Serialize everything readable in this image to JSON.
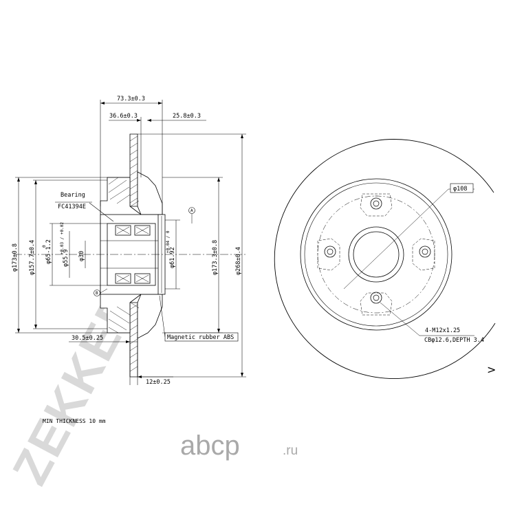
{
  "watermark": {
    "text": "ZEKKERT",
    "color": "#d9d9d9"
  },
  "logo": {
    "main": "abcp",
    "suffix": ".ru",
    "color": "#a9a9a9"
  },
  "side_view": {
    "dims": {
      "total_width": "73.3±0.3",
      "hub_width": "36.6±0.3",
      "flange_offset": "25.8±0.3",
      "d173": "φ173±0.8",
      "d157": "φ157.7±0.4",
      "d65": "φ65-1.2",
      "d65_sup": "0",
      "d55": "φ55.9",
      "d55_tol": "+0.03 / +0.02",
      "d30": "φ30",
      "d61": "φ61.92",
      "d61_tol": "+0.04 / 0",
      "d173r": "φ173.3±0.8",
      "d268": "φ268±0.4",
      "hub_depth": "30.5±0.25",
      "disc_thickness": "12±0.25"
    },
    "labels": {
      "bearing": "Bearing",
      "bearing_code": "FC41394E",
      "abs": "Magnetic rubber ABS",
      "marker_a": "A",
      "marker_b": "B"
    },
    "min_thickness": "MIN THICKNESS 10 mm"
  },
  "front_view": {
    "pcd": "φ108",
    "bolt_spec": "4-M12x1.25",
    "counterbore": "CBφ12.6,DEPTH 3.4",
    "arrow": ">"
  }
}
